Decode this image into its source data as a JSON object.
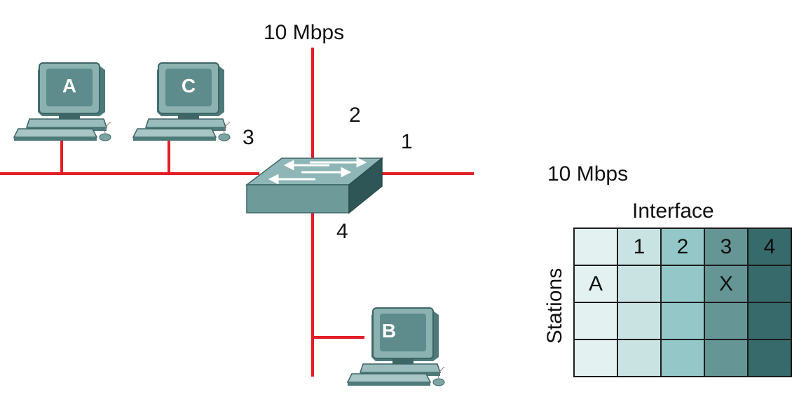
{
  "diagram": {
    "top_speed_label": "10 Mbps",
    "ports": {
      "p1": "1",
      "p2": "2",
      "p3": "3",
      "p4": "4"
    },
    "stations": {
      "a": "A",
      "b": "B",
      "c": "C"
    },
    "colors": {
      "cable": "#e41e26",
      "device": "#6f9a9a",
      "device_dark": "#2f5656"
    }
  },
  "table_section": {
    "speed_label": "10 Mbps",
    "column_title": "Interface",
    "row_title": "Stations",
    "headers": [
      "",
      "1",
      "2",
      "3",
      "4"
    ],
    "rows": [
      [
        "A",
        "",
        "",
        "X",
        ""
      ],
      [
        "",
        "",
        "",
        "",
        ""
      ],
      [
        "",
        "",
        "",
        "",
        ""
      ]
    ]
  }
}
